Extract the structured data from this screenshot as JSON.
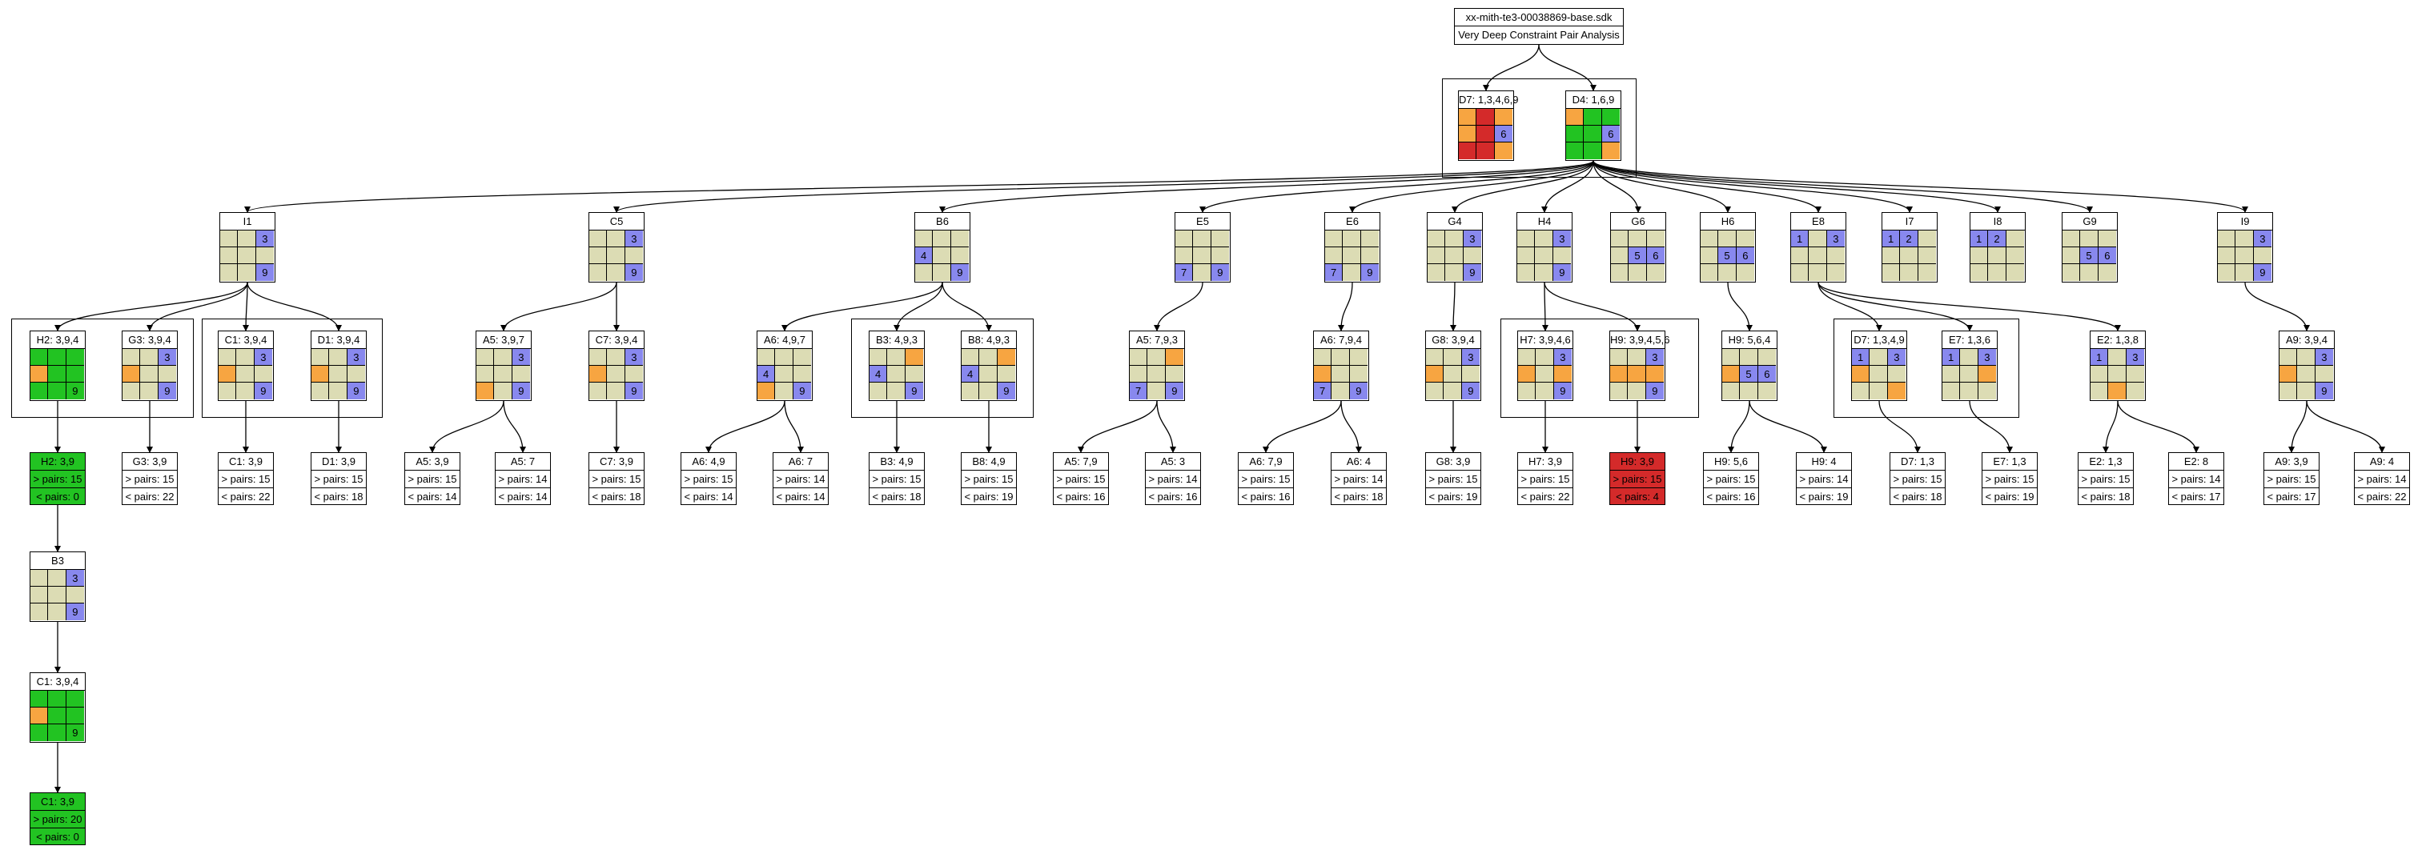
{
  "title": {
    "line1": "xx-mith-te3-00038869-base.sdk",
    "line2": "Very Deep Constraint Pair Analysis"
  },
  "colors": {
    "beige": "#dcdcb4",
    "orange": "#f7a541",
    "red": "#d42a2a",
    "green": "#22c322",
    "blue": "#8888ee"
  },
  "nodes": [
    {
      "id": "D7top",
      "label": "D7: 1,3,4,6,9",
      "cells": [
        "o",
        "r",
        "o",
        "o",
        "r",
        "b:6",
        "r",
        "r",
        "o"
      ]
    },
    {
      "id": "D4top",
      "label": "D4: 1,6,9",
      "cells": [
        "o",
        "g",
        "g",
        "g",
        "g",
        "b:6",
        "g",
        "g",
        "o"
      ]
    },
    {
      "id": "I1",
      "label": "I1",
      "cells": [
        "",
        "",
        "b:3",
        "",
        "",
        "",
        "",
        "",
        "b:9"
      ]
    },
    {
      "id": "C5",
      "label": "C5",
      "cells": [
        "",
        "",
        "b:3",
        "",
        "",
        "",
        "",
        "",
        "b:9"
      ]
    },
    {
      "id": "B6",
      "label": "B6",
      "cells": [
        "",
        "",
        "",
        "b:4",
        "",
        "",
        "",
        "",
        "b:9"
      ]
    },
    {
      "id": "E5",
      "label": "E5",
      "cells": [
        "",
        "",
        "",
        "",
        "",
        "",
        "b:7",
        "",
        "b:9"
      ]
    },
    {
      "id": "E6",
      "label": "E6",
      "cells": [
        "",
        "",
        "",
        "",
        "",
        "",
        "b:7",
        "",
        "b:9"
      ]
    },
    {
      "id": "G4",
      "label": "G4",
      "cells": [
        "",
        "",
        "b:3",
        "",
        "",
        "",
        "",
        "",
        "b:9"
      ]
    },
    {
      "id": "H4",
      "label": "H4",
      "cells": [
        "",
        "",
        "b:3",
        "",
        "",
        "",
        "",
        "",
        "b:9"
      ]
    },
    {
      "id": "G6",
      "label": "G6",
      "cells": [
        "",
        "",
        "",
        "",
        "b:5",
        "b:6",
        "",
        "",
        ""
      ]
    },
    {
      "id": "H6",
      "label": "H6",
      "cells": [
        "",
        "",
        "",
        "",
        "b:5",
        "b:6",
        "",
        "",
        ""
      ]
    },
    {
      "id": "E8",
      "label": "E8",
      "cells": [
        "b:1",
        "",
        "b:3",
        "",
        "",
        "",
        "",
        "",
        ""
      ]
    },
    {
      "id": "I7",
      "label": "I7",
      "cells": [
        "b:1",
        "b:2",
        "",
        "",
        "",
        "",
        "",
        "",
        ""
      ]
    },
    {
      "id": "I8",
      "label": "I8",
      "cells": [
        "b:1",
        "b:2",
        "",
        "",
        "",
        "",
        "",
        "",
        ""
      ]
    },
    {
      "id": "G9",
      "label": "G9",
      "cells": [
        "",
        "",
        "",
        "",
        "b:5",
        "b:6",
        "",
        "",
        ""
      ]
    },
    {
      "id": "I9",
      "label": "I9",
      "cells": [
        "",
        "",
        "b:3",
        "",
        "",
        "",
        "",
        "",
        "b:9"
      ]
    },
    {
      "id": "H2a",
      "label": "H2: 3,9,4",
      "cells": [
        "g",
        "g",
        "g",
        "o",
        "g",
        "g",
        "g",
        "g",
        "g:9"
      ]
    },
    {
      "id": "G3a",
      "label": "G3: 3,9,4",
      "cells": [
        "",
        "",
        "b:3",
        "o",
        "",
        "",
        "",
        "",
        "b:9"
      ]
    },
    {
      "id": "C1a",
      "label": "C1: 3,9,4",
      "cells": [
        "",
        "",
        "b:3",
        "o",
        "",
        "",
        "",
        "",
        "b:9"
      ]
    },
    {
      "id": "D1a",
      "label": "D1: 3,9,4",
      "cells": [
        "",
        "",
        "b:3",
        "o",
        "",
        "",
        "",
        "",
        "b:9"
      ]
    },
    {
      "id": "A5a",
      "label": "A5: 3,9,7",
      "cells": [
        "",
        "",
        "b:3",
        "",
        "",
        "",
        "o",
        "",
        "b:9"
      ]
    },
    {
      "id": "C7a",
      "label": "C7: 3,9,4",
      "cells": [
        "",
        "",
        "b:3",
        "o",
        "",
        "",
        "",
        "",
        "b:9"
      ]
    },
    {
      "id": "A6a",
      "label": "A6: 4,9,7",
      "cells": [
        "",
        "",
        "",
        "b:4",
        "",
        "",
        "o",
        "",
        "b:9"
      ]
    },
    {
      "id": "B3a",
      "label": "B3: 4,9,3",
      "cells": [
        "",
        "",
        "o",
        "b:4",
        "",
        "",
        "",
        "",
        "b:9"
      ]
    },
    {
      "id": "B8a",
      "label": "B8: 4,9,3",
      "cells": [
        "",
        "",
        "o",
        "b:4",
        "",
        "",
        "",
        "",
        "b:9"
      ]
    },
    {
      "id": "A5b",
      "label": "A5: 7,9,3",
      "cells": [
        "",
        "",
        "o",
        "",
        "",
        "",
        "b:7",
        "",
        "b:9"
      ]
    },
    {
      "id": "A6b",
      "label": "A6: 7,9,4",
      "cells": [
        "",
        "",
        "",
        "o",
        "",
        "",
        "b:7",
        "",
        "b:9"
      ]
    },
    {
      "id": "G8a",
      "label": "G8: 3,9,4",
      "cells": [
        "",
        "",
        "b:3",
        "o",
        "",
        "",
        "",
        "",
        "b:9"
      ]
    },
    {
      "id": "H7a",
      "label": "H7: 3,9,4,6",
      "cells": [
        "",
        "",
        "b:3",
        "o",
        "",
        "o",
        "",
        "",
        "b:9"
      ]
    },
    {
      "id": "H9a",
      "label": "H9: 3,9,4,5,6",
      "cells": [
        "",
        "",
        "b:3",
        "o",
        "o",
        "o",
        "",
        "",
        "b:9"
      ]
    },
    {
      "id": "H9b",
      "label": "H9: 5,6,4",
      "cells": [
        "",
        "",
        "",
        "o",
        "b:5",
        "b:6",
        "",
        "",
        ""
      ]
    },
    {
      "id": "D7a",
      "label": "D7: 1,3,4,9",
      "cells": [
        "b:1",
        "",
        "b:3",
        "o",
        "",
        "",
        "",
        "",
        "o"
      ]
    },
    {
      "id": "E7a",
      "label": "E7: 1,3,6",
      "cells": [
        "b:1",
        "",
        "b:3",
        "",
        "",
        "o",
        "",
        "",
        ""
      ]
    },
    {
      "id": "E2a",
      "label": "E2: 1,3,8",
      "cells": [
        "b:1",
        "",
        "b:3",
        "",
        "",
        "",
        "",
        "o",
        ""
      ]
    },
    {
      "id": "A9a",
      "label": "A9: 3,9,4",
      "cells": [
        "",
        "",
        "b:3",
        "o",
        "",
        "",
        "",
        "",
        "b:9"
      ]
    },
    {
      "id": "B3b",
      "label": "B3",
      "cells": [
        "",
        "",
        "b:3",
        "",
        "",
        "",
        "",
        "",
        "b:9"
      ]
    },
    {
      "id": "C1b",
      "label": "C1: 3,9,4",
      "cells": [
        "g",
        "g",
        "g",
        "o",
        "g",
        "g",
        "g",
        "g",
        "g:9"
      ]
    }
  ],
  "leaves": [
    {
      "id": "L_H2",
      "label": "H2: 3,9",
      "gt": "> pairs: 15",
      "lt": "< pairs: 0",
      "color": "green"
    },
    {
      "id": "L_G3",
      "label": "G3: 3,9",
      "gt": "> pairs: 15",
      "lt": "< pairs: 22",
      "color": ""
    },
    {
      "id": "L_C1",
      "label": "C1: 3,9",
      "gt": "> pairs: 15",
      "lt": "< pairs: 22",
      "color": ""
    },
    {
      "id": "L_D1",
      "label": "D1: 3,9",
      "gt": "> pairs: 15",
      "lt": "< pairs: 18",
      "color": ""
    },
    {
      "id": "L_A5a",
      "label": "A5: 3,9",
      "gt": "> pairs: 15",
      "lt": "< pairs: 14",
      "color": ""
    },
    {
      "id": "L_A5b",
      "label": "A5: 7",
      "gt": "> pairs: 14",
      "lt": "< pairs: 14",
      "color": ""
    },
    {
      "id": "L_C7",
      "label": "C7: 3,9",
      "gt": "> pairs: 15",
      "lt": "< pairs: 18",
      "color": ""
    },
    {
      "id": "L_A6a",
      "label": "A6: 4,9",
      "gt": "> pairs: 15",
      "lt": "< pairs: 14",
      "color": ""
    },
    {
      "id": "L_A6b",
      "label": "A6: 7",
      "gt": "> pairs: 14",
      "lt": "< pairs: 14",
      "color": ""
    },
    {
      "id": "L_B3",
      "label": "B3: 4,9",
      "gt": "> pairs: 15",
      "lt": "< pairs: 18",
      "color": ""
    },
    {
      "id": "L_B8",
      "label": "B8: 4,9",
      "gt": "> pairs: 15",
      "lt": "< pairs: 19",
      "color": ""
    },
    {
      "id": "L_A5c",
      "label": "A5: 7,9",
      "gt": "> pairs: 15",
      "lt": "< pairs: 16",
      "color": ""
    },
    {
      "id": "L_A5d",
      "label": "A5: 3",
      "gt": "> pairs: 14",
      "lt": "< pairs: 16",
      "color": ""
    },
    {
      "id": "L_A6c",
      "label": "A6: 7,9",
      "gt": "> pairs: 15",
      "lt": "< pairs: 16",
      "color": ""
    },
    {
      "id": "L_A6d",
      "label": "A6: 4",
      "gt": "> pairs: 14",
      "lt": "< pairs: 18",
      "color": ""
    },
    {
      "id": "L_G8",
      "label": "G8: 3,9",
      "gt": "> pairs: 15",
      "lt": "< pairs: 19",
      "color": ""
    },
    {
      "id": "L_H7",
      "label": "H7: 3,9",
      "gt": "> pairs: 15",
      "lt": "< pairs: 22",
      "color": ""
    },
    {
      "id": "L_H9a",
      "label": "H9: 3,9",
      "gt": "> pairs: 15",
      "lt": "< pairs: 4",
      "color": "red"
    },
    {
      "id": "L_H9b",
      "label": "H9: 5,6",
      "gt": "> pairs: 15",
      "lt": "< pairs: 16",
      "color": ""
    },
    {
      "id": "L_H9c",
      "label": "H9: 4",
      "gt": "> pairs: 14",
      "lt": "< pairs: 19",
      "color": ""
    },
    {
      "id": "L_D7",
      "label": "D7: 1,3",
      "gt": "> pairs: 15",
      "lt": "< pairs: 18",
      "color": ""
    },
    {
      "id": "L_E7",
      "label": "E7: 1,3",
      "gt": "> pairs: 15",
      "lt": "< pairs: 19",
      "color": ""
    },
    {
      "id": "L_E2a",
      "label": "E2: 1,3",
      "gt": "> pairs: 15",
      "lt": "< pairs: 18",
      "color": ""
    },
    {
      "id": "L_E2b",
      "label": "E2: 8",
      "gt": "> pairs: 14",
      "lt": "< pairs: 17",
      "color": ""
    },
    {
      "id": "L_A9a",
      "label": "A9: 3,9",
      "gt": "> pairs: 15",
      "lt": "< pairs: 17",
      "color": ""
    },
    {
      "id": "L_A9b",
      "label": "A9: 4",
      "gt": "> pairs: 14",
      "lt": "< pairs: 22",
      "color": ""
    },
    {
      "id": "L_C1fin",
      "label": "C1: 3,9",
      "gt": "> pairs: 20",
      "lt": "< pairs: 0",
      "color": "green"
    }
  ]
}
